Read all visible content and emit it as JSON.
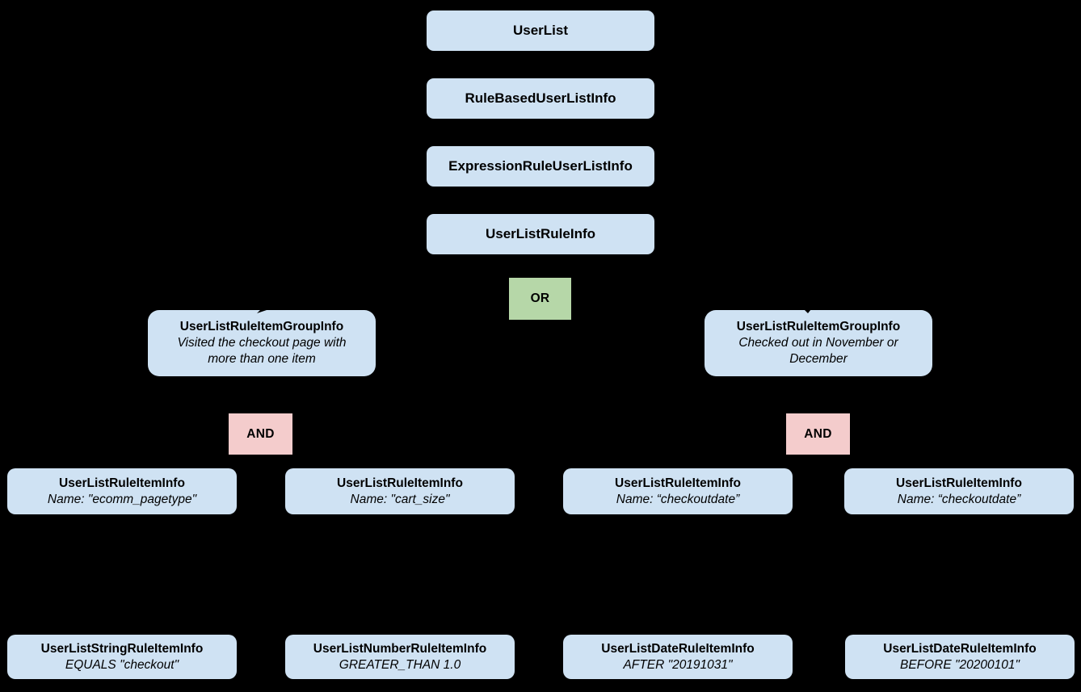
{
  "diagram": {
    "background_color": "#000000",
    "colors": {
      "node_fill": "#cfe2f3",
      "or_fill": "#b6d7a8",
      "and_fill": "#f4cccc",
      "text": "#000000",
      "connector": "#000000"
    },
    "icons": {
      "arrowhead": "connector-arrowhead"
    },
    "chain": [
      {
        "title": "UserList"
      },
      {
        "title": "RuleBasedUserListInfo"
      },
      {
        "title": "ExpressionRuleUserListInfo"
      },
      {
        "title": "UserListRuleInfo"
      }
    ],
    "operators": {
      "or": "OR",
      "and": "AND"
    },
    "groups": [
      {
        "title": "UserListRuleItemGroupInfo",
        "description": "Visited the checkout page with more than one item"
      },
      {
        "title": "UserListRuleItemGroupInfo",
        "description": "Checked out in November or December"
      }
    ],
    "rule_items": [
      {
        "title": "UserListRuleItemInfo",
        "detail": "Name: \"ecomm_pagetype\""
      },
      {
        "title": "UserListRuleItemInfo",
        "detail": "Name: \"cart_size\""
      },
      {
        "title": "UserListRuleItemInfo",
        "detail": "Name: “checkoutdate”"
      },
      {
        "title": "UserListRuleItemInfo",
        "detail": "Name: “checkoutdate”"
      }
    ],
    "leaf_items": [
      {
        "title": "UserListStringRuleItemInfo",
        "detail": "EQUALS \"checkout\""
      },
      {
        "title": "UserListNumberRuleItemInfo",
        "detail": "GREATER_THAN 1.0"
      },
      {
        "title": "UserListDateRuleItemInfo",
        "detail": "AFTER \"20191031\""
      },
      {
        "title": "UserListDateRuleItemInfo",
        "detail": "BEFORE \"20200101\""
      }
    ]
  }
}
